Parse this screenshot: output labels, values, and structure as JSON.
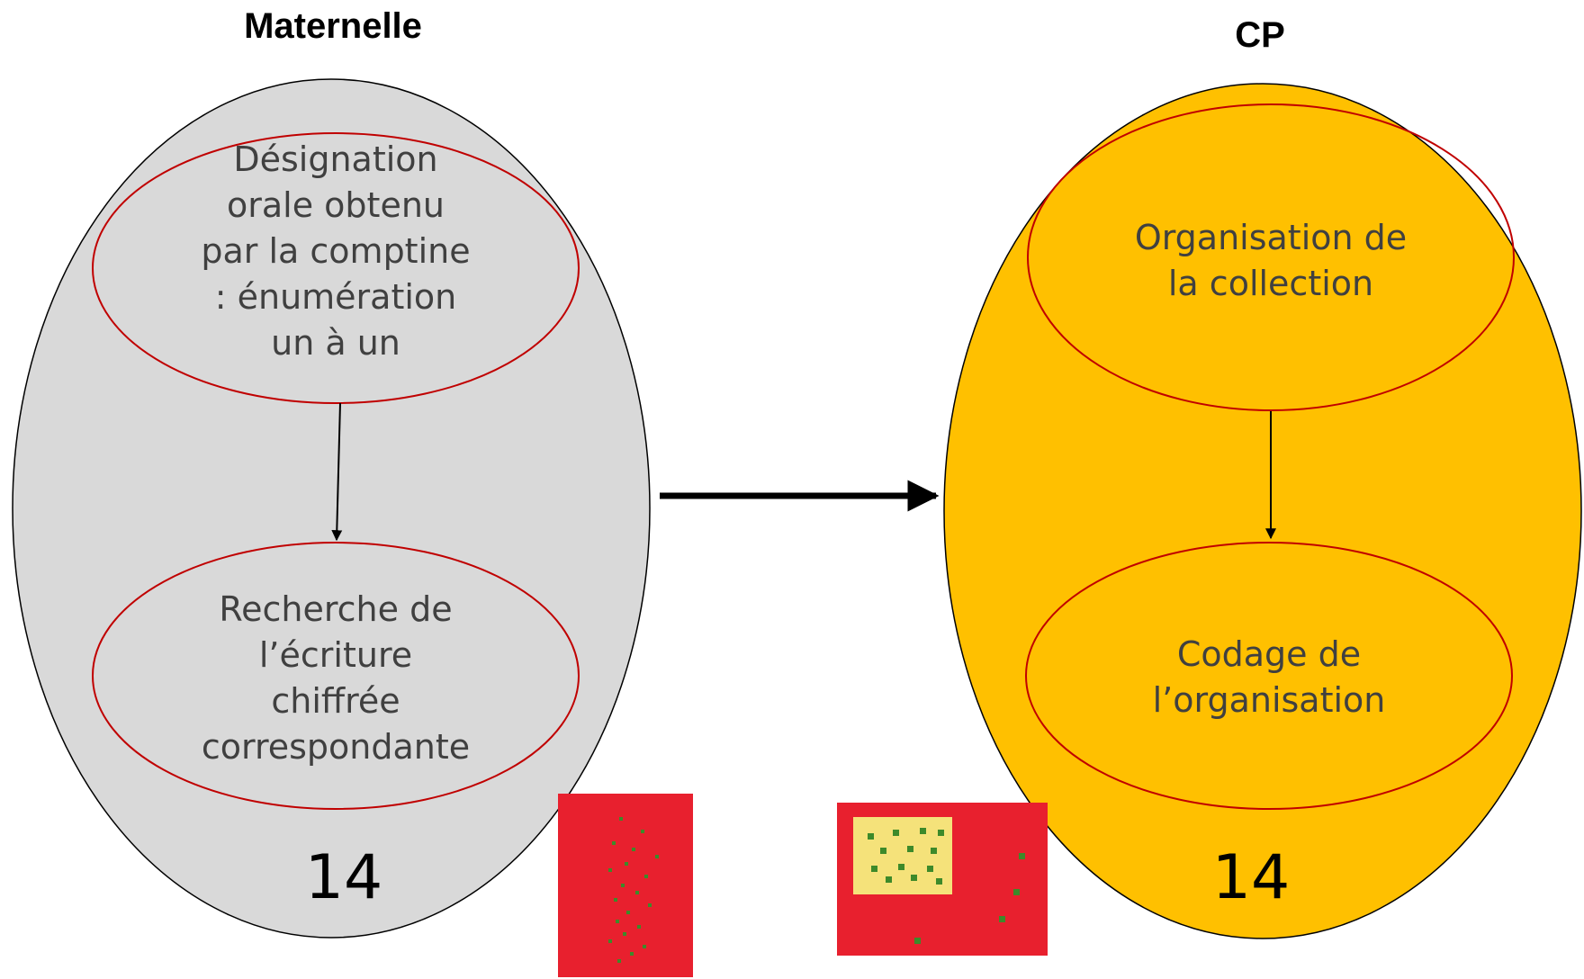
{
  "left_panel": {
    "title": "Maternelle",
    "fill": "#d9d9d9",
    "step1": [
      "Désignation",
      "orale obtenu",
      "par la comptine",
      ": énumération",
      "un à un"
    ],
    "step2": [
      "Recherche de",
      "l’écriture",
      "chiffrée",
      "correspondante"
    ],
    "number": "14"
  },
  "right_panel": {
    "title": "CP",
    "fill": "#ffc000",
    "step1": [
      "Organisation de",
      "la collection"
    ],
    "step2": [
      "Codage de",
      "l’organisation"
    ],
    "number": "14"
  },
  "colors": {
    "inner_ellipse_stroke": "#c00000",
    "photo_background": "#e8202e",
    "photo_card": "#f5e27a",
    "bead": "#3d8a2a"
  }
}
